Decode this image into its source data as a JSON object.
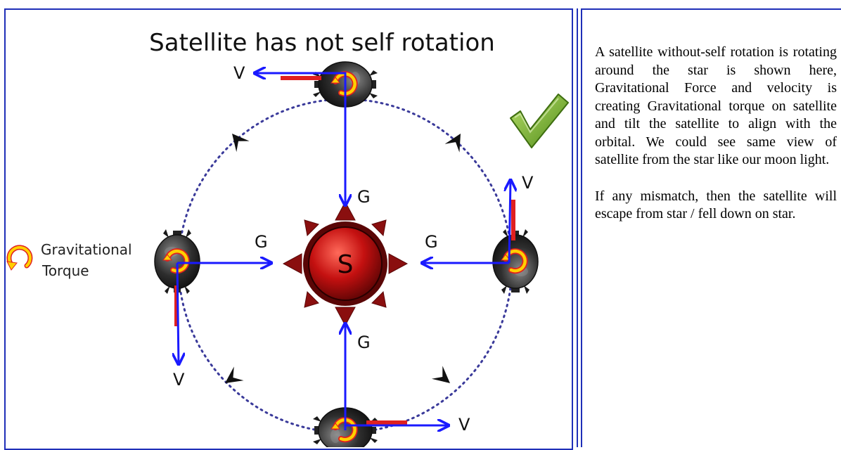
{
  "diagram": {
    "title": "Satellite has not self rotation",
    "labels": {
      "velocity": "V",
      "gravity": "G",
      "star": "S",
      "torque_line1": "Gravitational",
      "torque_line2": "Torque"
    },
    "colors": {
      "border": "#1f2fb8",
      "arrow": "#1a1aff",
      "orbit": "#3a3a9a",
      "star_core": "#c41010",
      "star_spike": "#8a0f0f",
      "torque_ring": "#ffd000",
      "velocity_marker": "#e02020",
      "checkmark": "#6aa62a"
    },
    "icons": [
      "satellite-icon",
      "checkmark-icon",
      "torque-arrow-icon",
      "star-icon"
    ]
  },
  "description": {
    "paragraph1": "A satellite without-self rotation is rotating around the star is shown here, Gravitational Force and velocity is creating Gravitational torque on satellite and tilt the satellite to align with the orbital. We could see same view of satellite from the star like our moon light.",
    "paragraph2": "If any mismatch, then the satellite will escape from star / fell down on star."
  }
}
